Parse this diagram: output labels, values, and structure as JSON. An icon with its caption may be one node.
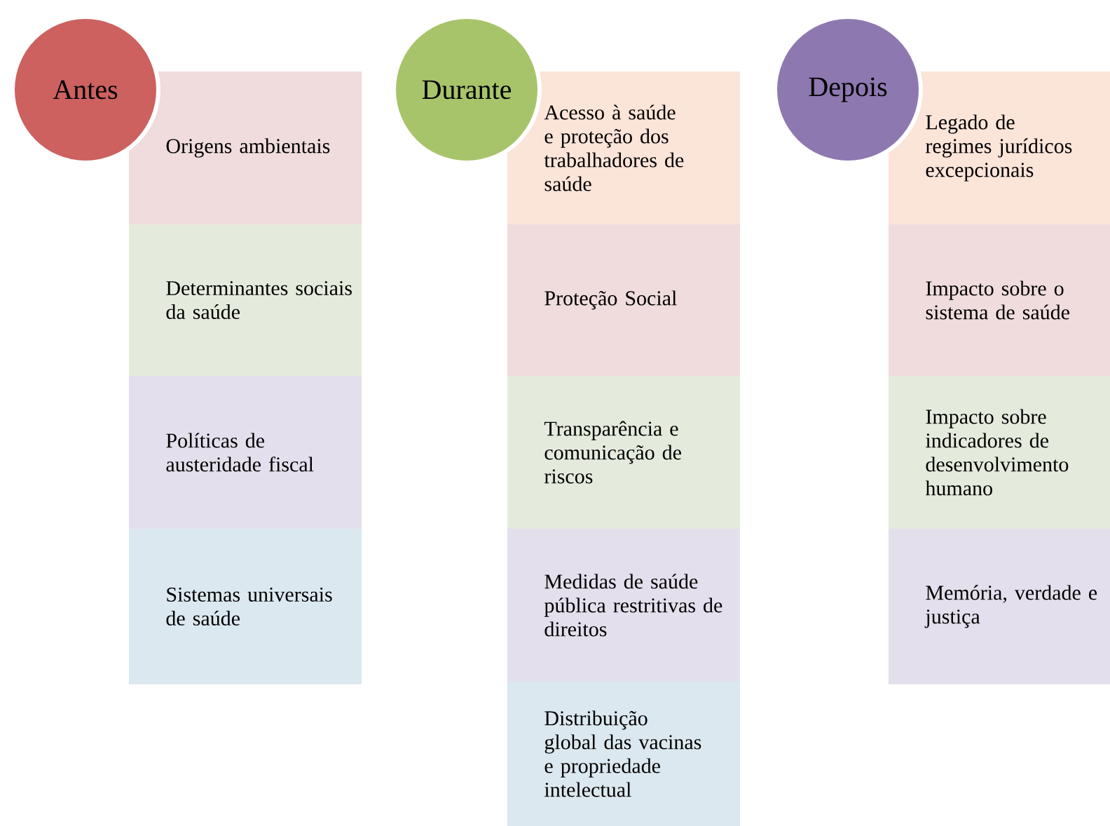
{
  "diagram": {
    "nodes": [
      {
        "text": [
          "Antes"
        ]
      },
      {
        "text": [
          "Origens ambientais"
        ]
      },
      {
        "text": [
          "Determinantes sociais da saúde"
        ]
      },
      {
        "text": [
          "Políticas de austeridade fiscal"
        ]
      },
      {
        "text": [
          "Sistemas universais de saúde"
        ]
      },
      {
        "text": [
          "Durante"
        ]
      },
      {
        "text": [
          "Acesso à saúde e proteção dos trabalhadores de saúde"
        ]
      },
      {
        "text": [
          "Proteção Social"
        ]
      },
      {
        "text": [
          "Transparência e comunicação de riscos"
        ]
      },
      {
        "text": [
          "Medidas de saúde pública restritivas de direitos"
        ]
      },
      {
        "text": [
          "Distribuição global das vacinas e propriedade intelectual"
        ]
      },
      {
        "text": [
          "Depois"
        ]
      },
      {
        "text": [
          "Legado de regimes jurídicos excepcionais"
        ]
      },
      {
        "text": [
          "Impacto sobre o sistema de saúde"
        ]
      },
      {
        "text": [
          "Impacto sobre indicadores de desenvolvimento humano"
        ]
      },
      {
        "text": [
          "Memória, verdade e justiça"
        ]
      }
    ]
  }
}
